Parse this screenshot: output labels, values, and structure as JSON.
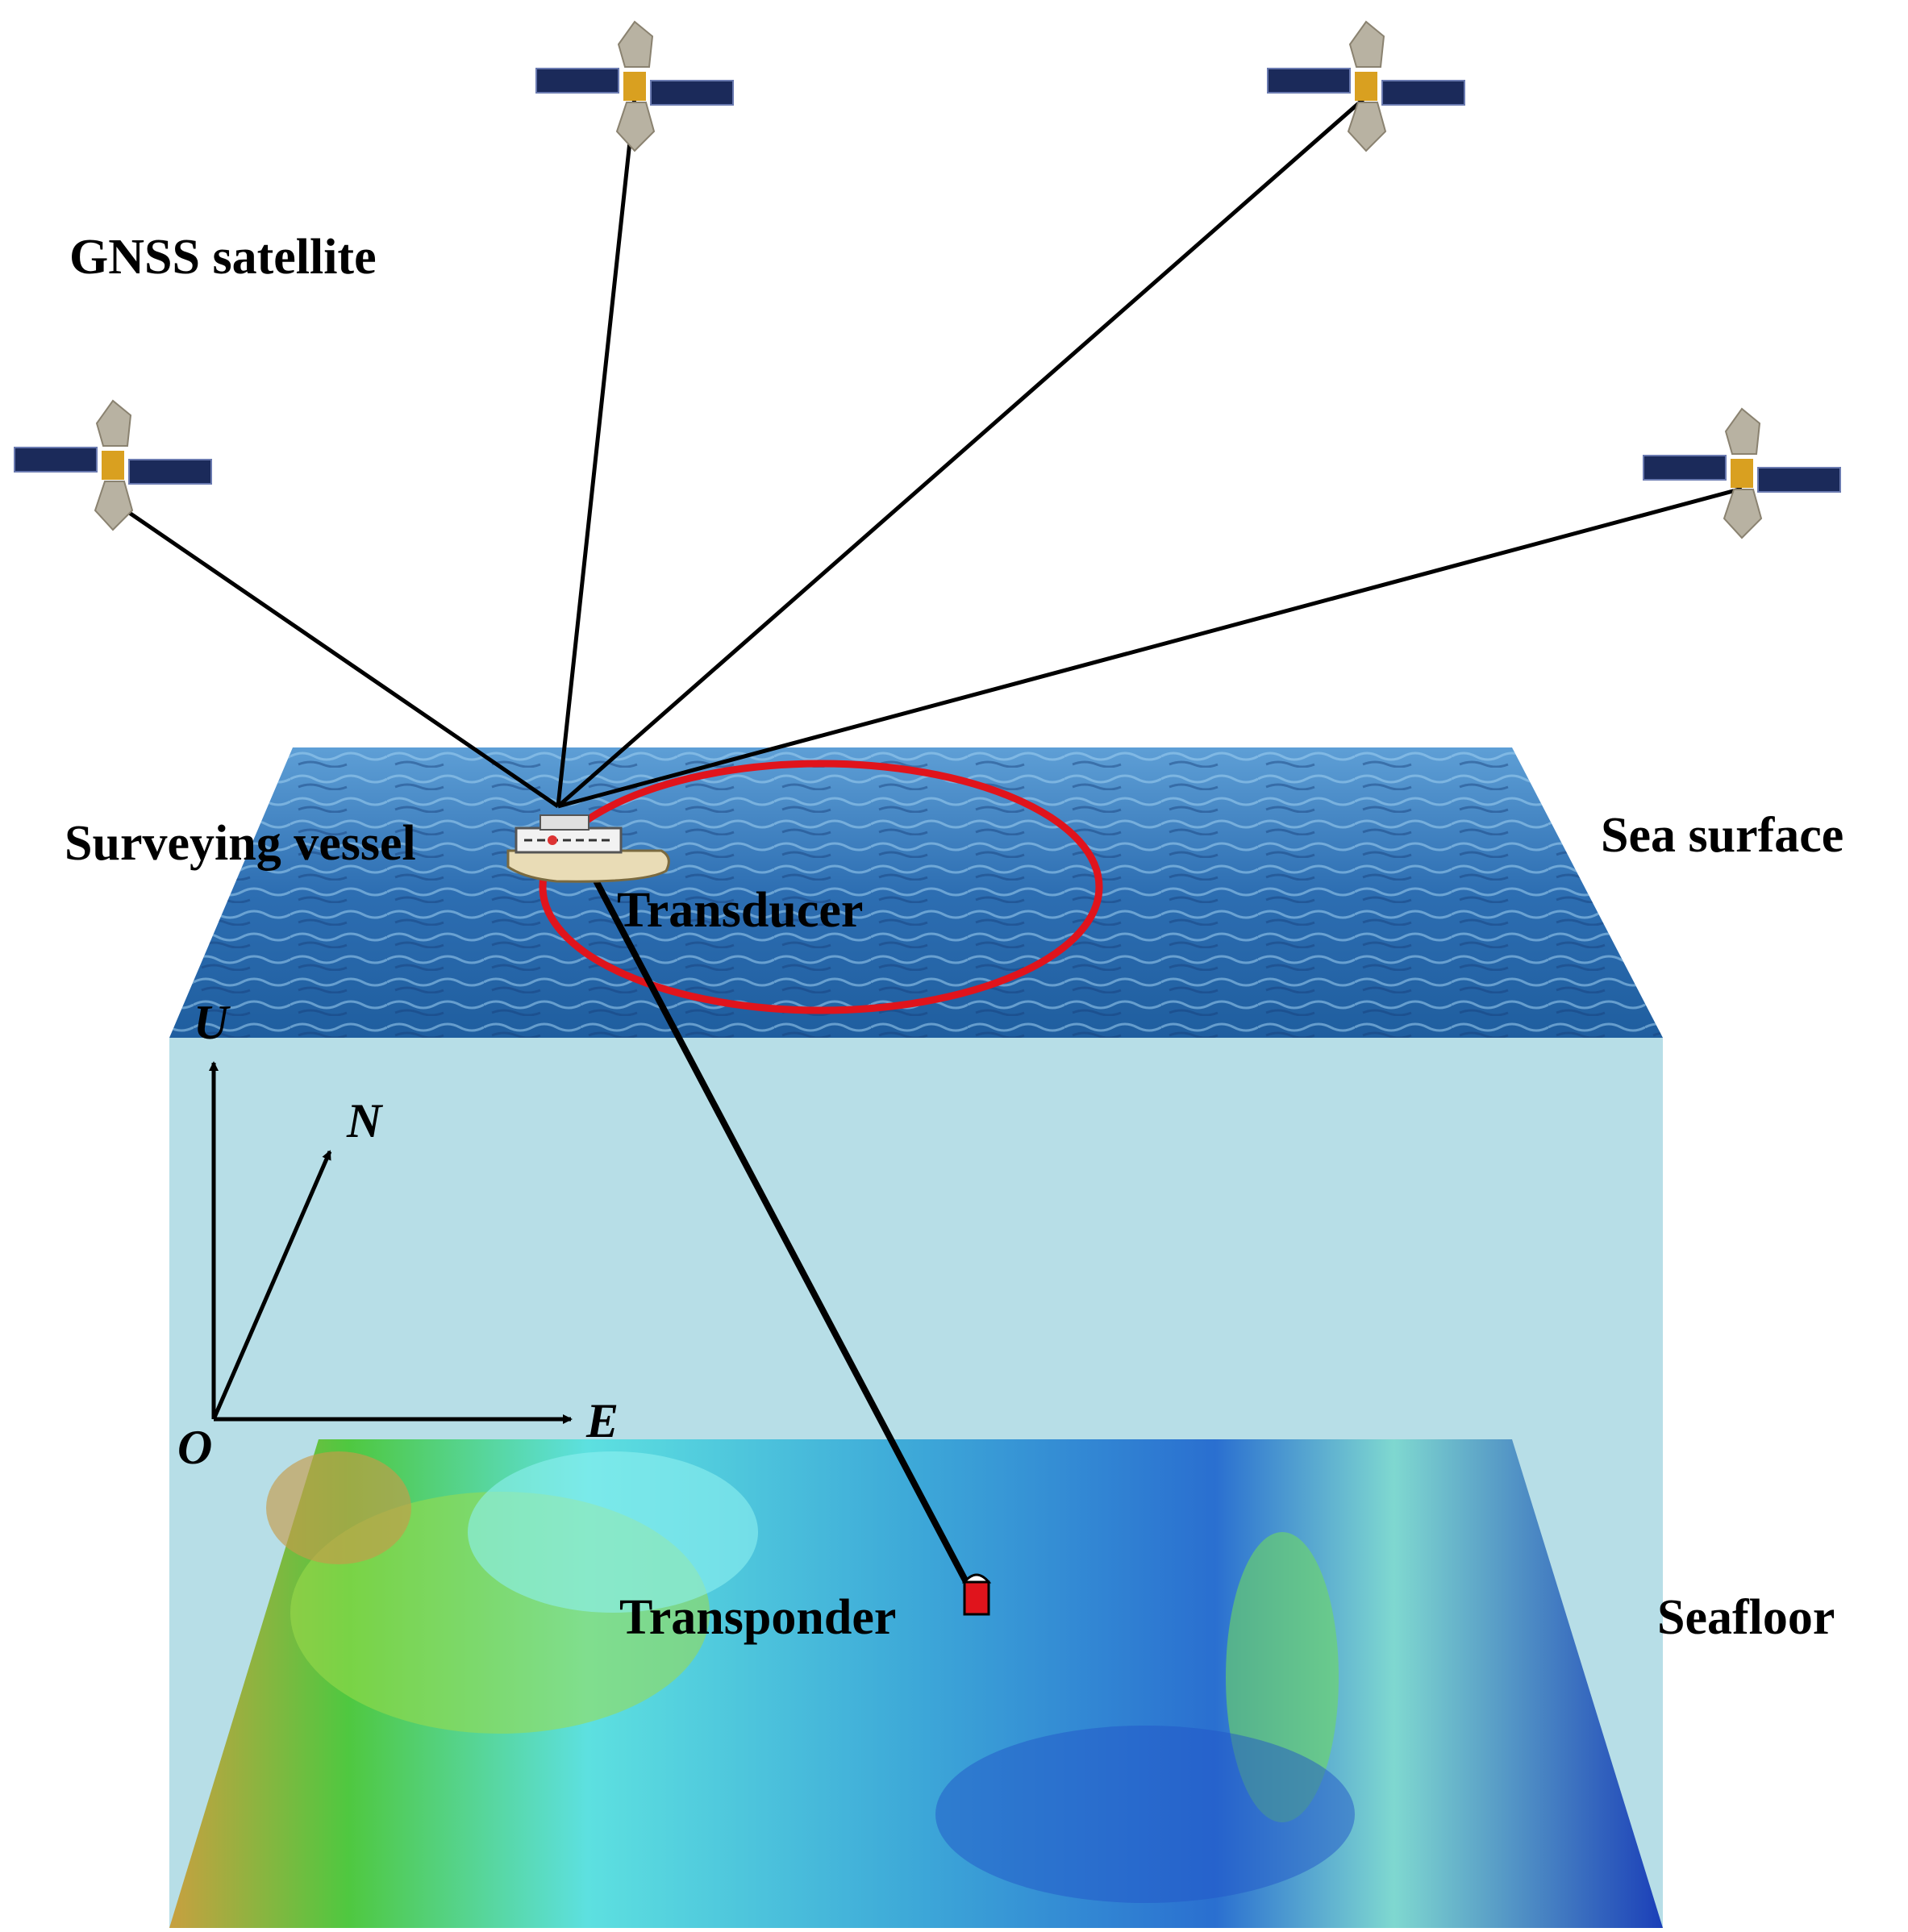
{
  "labels": {
    "gnss": "GNSS satellite",
    "vessel": "Surveying vessel",
    "transducer": "Transducer",
    "sea_surface": "Sea surface",
    "seafloor": "Seafloor",
    "transponder": "Transponder"
  },
  "axes": {
    "u": "U",
    "n": "N",
    "e": "E",
    "o": "O"
  },
  "colors": {
    "sea_top": "#2f6fb0",
    "water_column": "#b7dee7",
    "ring": "#e0141c",
    "transponder": "#e0141c",
    "line": "#000000"
  }
}
